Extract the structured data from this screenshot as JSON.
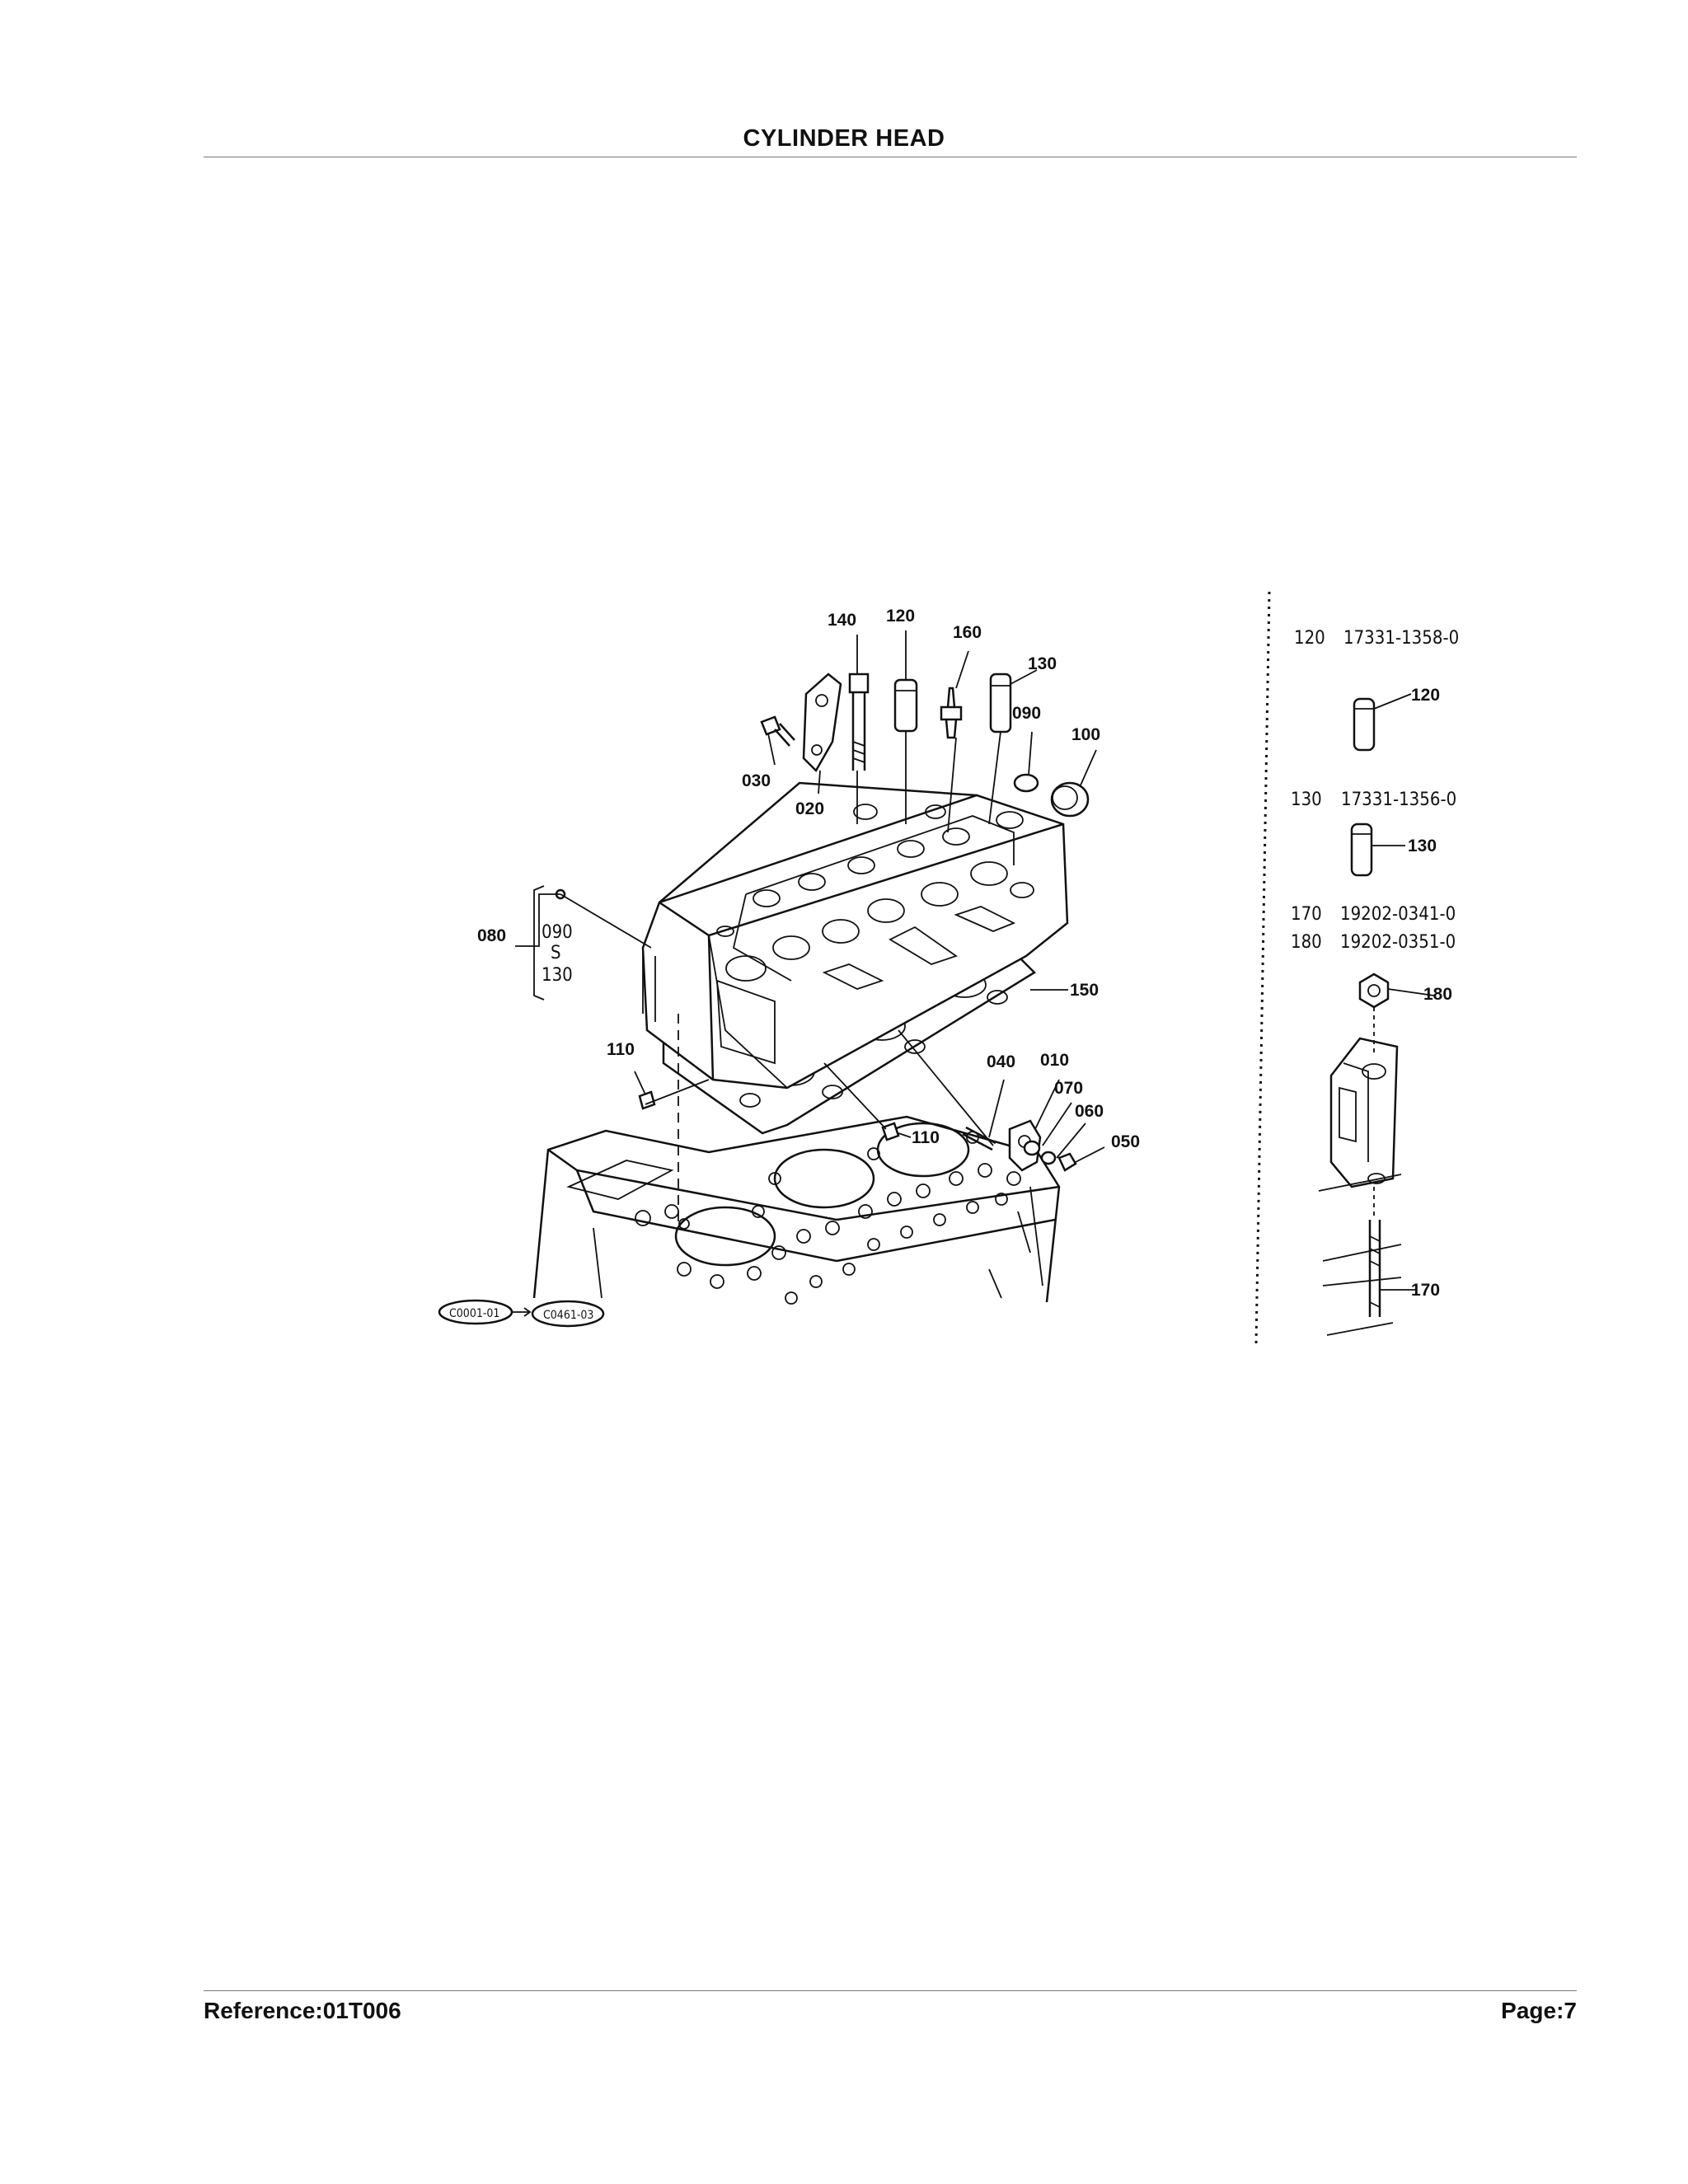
{
  "header": {
    "title": "CYLINDER HEAD"
  },
  "footer": {
    "reference": "Reference:01T006",
    "page": "Page:7"
  },
  "diagram": {
    "callouts": {
      "c140": "140",
      "c120": "120",
      "c160": "160",
      "c130": "130",
      "c090": "090",
      "c100": "100",
      "c030": "030",
      "c020": "020",
      "c080": "080",
      "c080_range_start": "090",
      "c080_range_sep": "S",
      "c080_range_end": "130",
      "c150": "150",
      "c110a": "110",
      "c110b": "110",
      "c040": "040",
      "c010": "010",
      "c070": "070",
      "c060": "060",
      "c050": "050"
    },
    "references": [
      "C0001-01",
      "C0461-03"
    ]
  },
  "side_panel": {
    "entries": [
      {
        "ref": "120",
        "part_no": "17331-1358-0",
        "callout": "120"
      },
      {
        "ref": "130",
        "part_no": "17331-1356-0",
        "callout": "130"
      },
      {
        "ref": "170",
        "part_no": "19202-0341-0"
      },
      {
        "ref": "180",
        "part_no": "19202-0351-0"
      }
    ],
    "callouts": {
      "c180": "180",
      "c170": "170"
    }
  }
}
